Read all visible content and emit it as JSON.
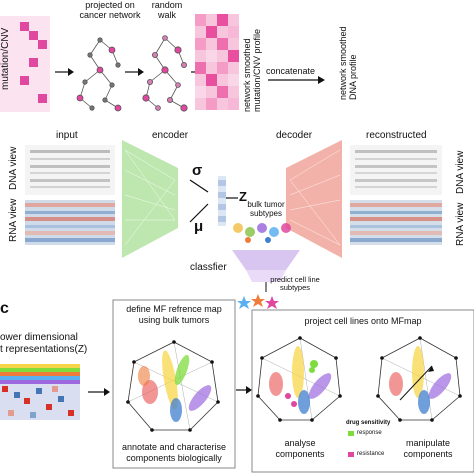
{
  "panel_a": {
    "mutation_label": "mutation/CNV",
    "projected_label": "projected on\ncancer network",
    "random_walk_label": "random\nwalk",
    "smoothed_profile_label": "network smoothed\nmutation/CNV profile",
    "concatenate_label": "concatenate",
    "dna_profile_label": "network smoothed\nDNA profile"
  },
  "panel_b": {
    "input_label": "input",
    "encoder_label": "encoder",
    "decoder_label": "decoder",
    "reconstructed_label": "reconstructed",
    "dna_view_left": "DNA view",
    "rna_view_left": "RNA view",
    "dna_view_right": "DNA view",
    "rna_view_right": "RNA view",
    "sigma": "σ",
    "mu": "μ",
    "z": "Z",
    "bulk_tumor_label": "bulk tumor\nsubtypes",
    "classifier_label": "classfier",
    "predict_label": "predict cell line\nsubtypes"
  },
  "panel_c": {
    "panel_letter": "c",
    "lower_dim_label": "ower dimensional\nt representations(Z)",
    "define_map_label": "define MF refrence map\nusing bulk tumors",
    "annotate_label": "annotate and characterise\ncomponents biologically",
    "project_label": "project cell lines onto MFmap",
    "analyse_label": "analyse\ncomponents",
    "manipulate_label": "manipulate\ncomponents",
    "legend_title": "drug sensitivity",
    "legend_items": [
      {
        "label": "response",
        "color": "#7fdc3c"
      },
      {
        "label": "resistance",
        "color": "#e0479e"
      }
    ]
  },
  "colors": {
    "encoder": "#b7e4a6",
    "decoder": "#f2aaa0",
    "magenta": "#e0479e",
    "heatmap_red": "#d73027",
    "heatmap_blue": "#4575b4"
  }
}
